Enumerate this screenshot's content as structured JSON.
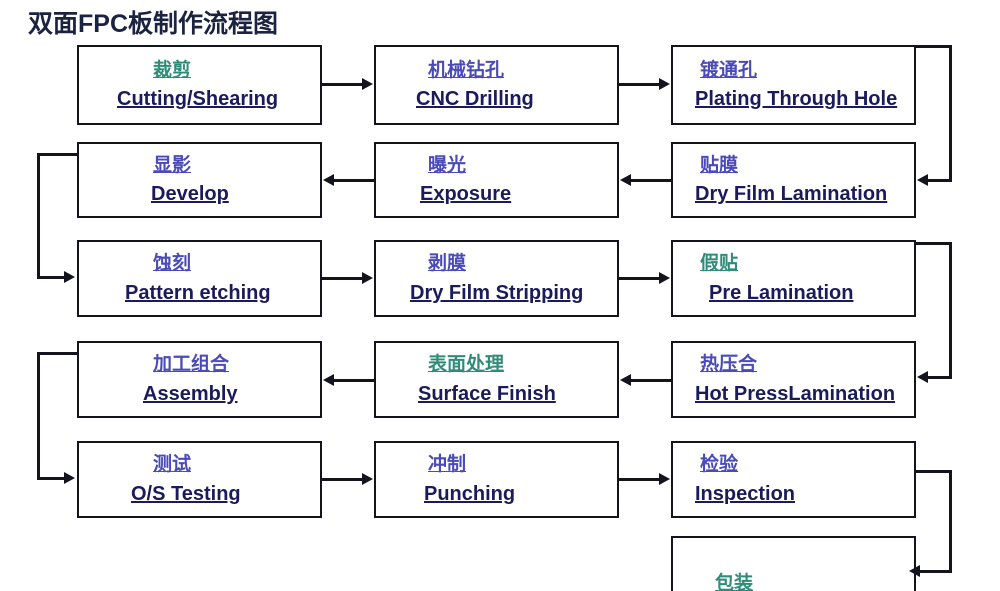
{
  "title": "双面FPC板制作流程图",
  "colors": {
    "box_border": "#14141e",
    "chinese_blue": "#4a4ab8",
    "chinese_green": "#2f8c78",
    "english_navy": "#1b1b5c",
    "background": "#ffffff",
    "title": "#1c2340"
  },
  "nodes": [
    {
      "id": "cutting",
      "cn": "裁剪",
      "en": "Cutting/Shearing"
    },
    {
      "id": "drilling",
      "cn": "机械钻孔",
      "en": "CNC Drilling"
    },
    {
      "id": "pth",
      "cn": "镀通孔",
      "en": "Plating Through Hole"
    },
    {
      "id": "develop",
      "cn": "显影",
      "en": "Develop"
    },
    {
      "id": "exposure",
      "cn": "曝光",
      "en": "Exposure"
    },
    {
      "id": "lamination",
      "cn": "贴膜",
      "en": "Dry Film Lamination"
    },
    {
      "id": "etching",
      "cn": "蚀刻",
      "en": "Pattern etching"
    },
    {
      "id": "stripping",
      "cn": "剥膜",
      "en": "Dry Film Stripping"
    },
    {
      "id": "prelam",
      "cn": "假贴",
      "en": "Pre Lamination"
    },
    {
      "id": "assembly",
      "cn": "加工组合",
      "en": "Assembly"
    },
    {
      "id": "surface",
      "cn": "表面处理",
      "en": "Surface  Finish"
    },
    {
      "id": "hotpress",
      "cn": "热压合",
      "en": "Hot PressLamination"
    },
    {
      "id": "testing",
      "cn": "测试",
      "en": "O/S Testing"
    },
    {
      "id": "punching",
      "cn": "冲制",
      "en": "Punching"
    },
    {
      "id": "inspection",
      "cn": "检验",
      "en": "Inspection"
    },
    {
      "id": "packaging",
      "cn": "包装",
      "en": ""
    }
  ]
}
